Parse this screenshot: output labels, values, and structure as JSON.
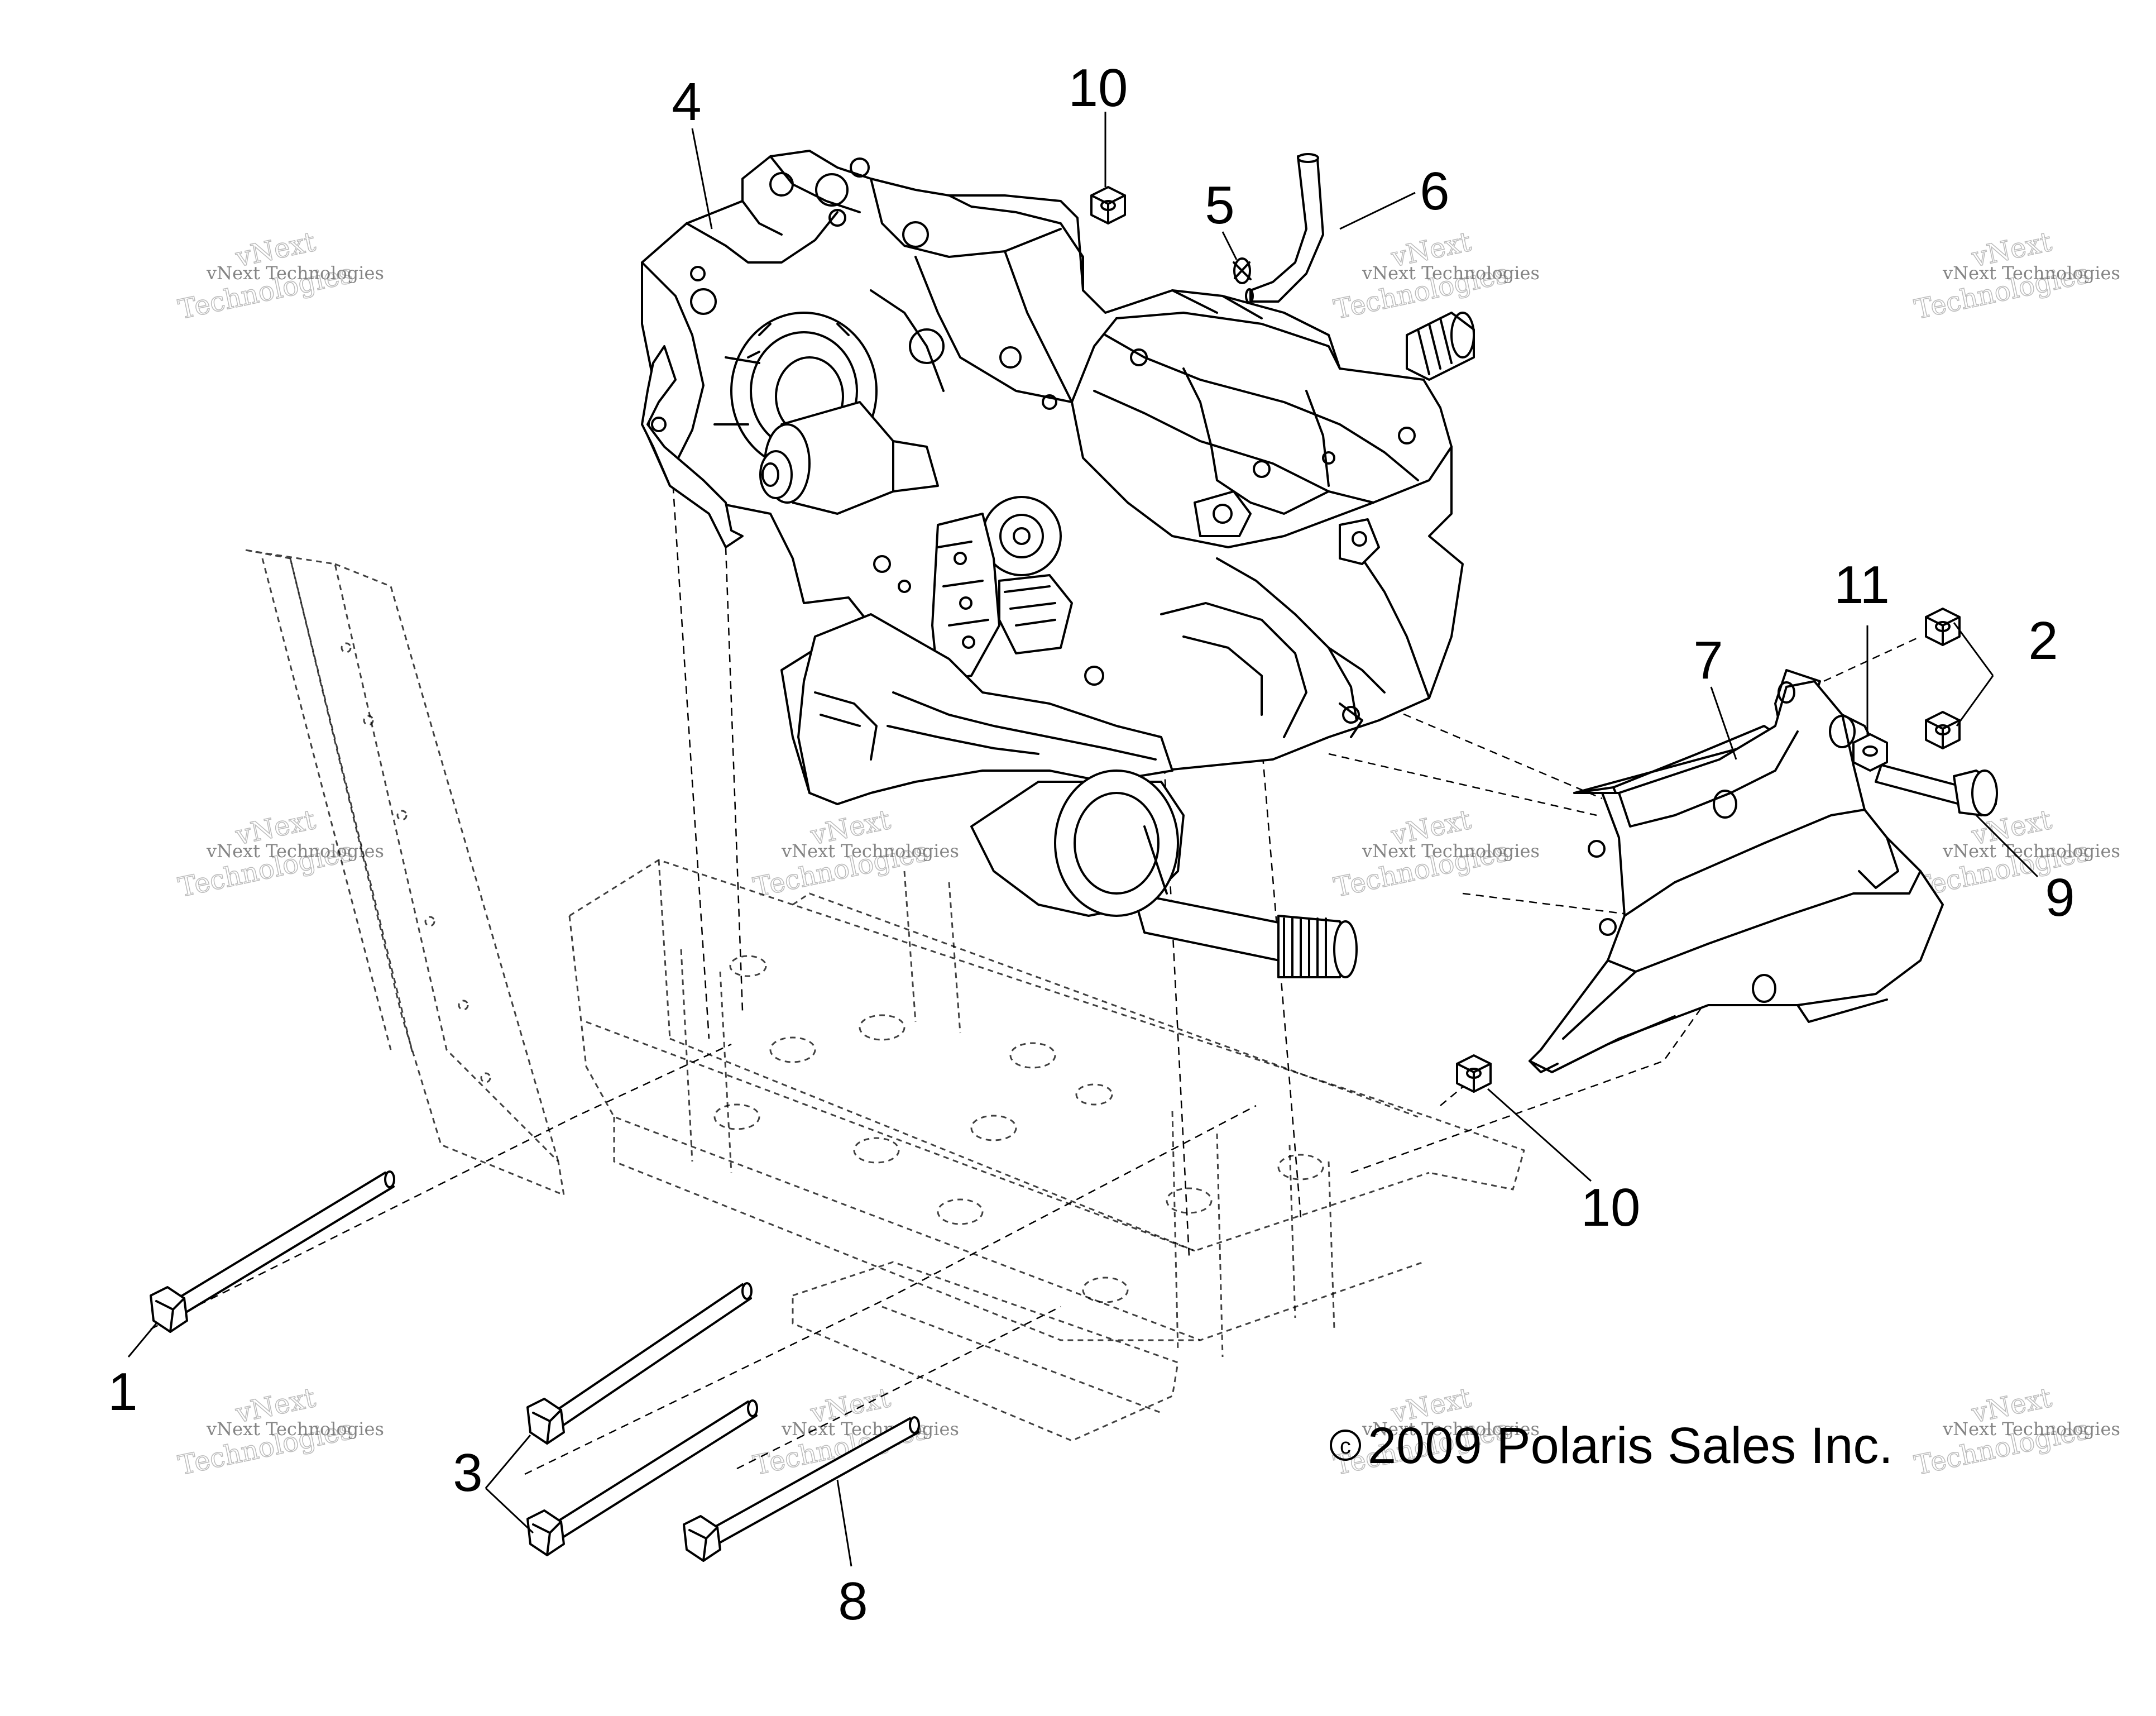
{
  "diagram": {
    "copyright_symbol": "c",
    "copyright_text": "2009 Polaris Sales Inc.",
    "watermark": {
      "line1": "vNext Technologies",
      "line2": "Technologies",
      "line3": "vNext"
    },
    "callouts": [
      {
        "id": "1",
        "label": "1",
        "part": "bolt"
      },
      {
        "id": "2",
        "label": "2",
        "part": "nut"
      },
      {
        "id": "3",
        "label": "3",
        "part": "bolt"
      },
      {
        "id": "4",
        "label": "4",
        "part": "transmission-assembly"
      },
      {
        "id": "5",
        "label": "5",
        "part": "clamp"
      },
      {
        "id": "6",
        "label": "6",
        "part": "vent-hose"
      },
      {
        "id": "7",
        "label": "7",
        "part": "mounting-bracket"
      },
      {
        "id": "8",
        "label": "8",
        "part": "bolt"
      },
      {
        "id": "9",
        "label": "9",
        "part": "bolt"
      },
      {
        "id": "10a",
        "label": "10",
        "part": "nut"
      },
      {
        "id": "10b",
        "label": "10",
        "part": "nut"
      },
      {
        "id": "11",
        "label": "11",
        "part": "washer"
      }
    ]
  }
}
